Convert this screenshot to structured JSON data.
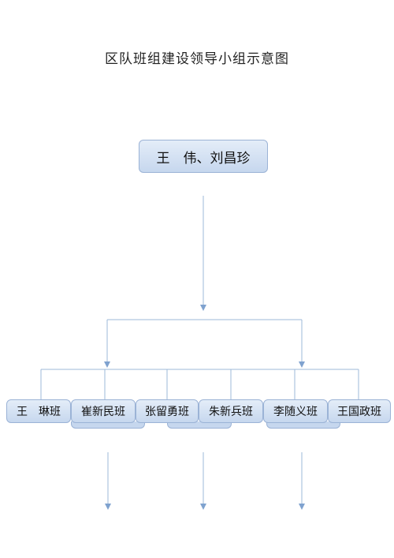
{
  "title": "区队班组建设领导小组示意图",
  "leaders": "王　伟、刘昌珍",
  "teams": [
    "王　琳班",
    "崔新民班",
    "张留勇班",
    "朱新兵班",
    "李随义班",
    "王国政班"
  ],
  "colors": {
    "line": "#9db8d8",
    "arrow": "#7fa2cf",
    "box_border": "#9bb3d6",
    "box_fill_top": "#e4edf8",
    "box_fill_bottom": "#c6d7ee"
  }
}
